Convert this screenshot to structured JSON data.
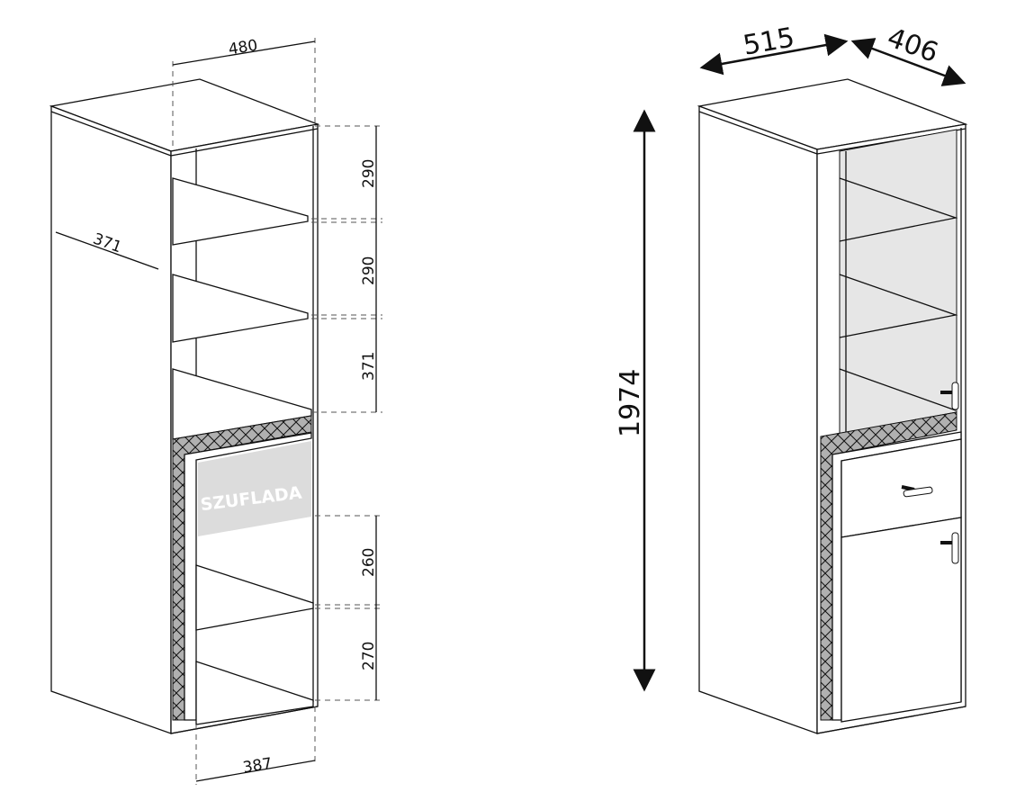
{
  "left_view": {
    "drawer_label": "SZUFLADA",
    "dimensions": {
      "top_width": "480",
      "side_depth": "371",
      "bottom_inner_width": "387",
      "shelf_heights": [
        "290",
        "290",
        "371",
        "260",
        "270"
      ]
    }
  },
  "right_view": {
    "dimensions": {
      "width": "515",
      "depth": "406",
      "height": "1974"
    }
  },
  "colors": {
    "line": "#111111",
    "glass": "#e6e6e6",
    "hatch": "#b0b0b0",
    "drawer_front": "#dcdcdc"
  }
}
